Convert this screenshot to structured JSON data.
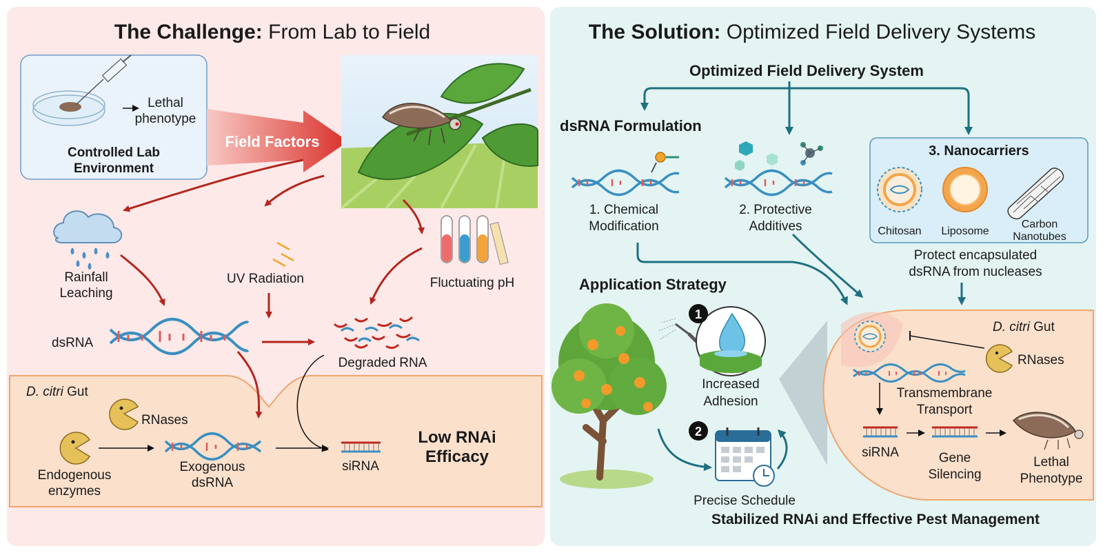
{
  "left": {
    "title_bold": "The Challenge:",
    "title_rest": " From Lab to Field",
    "lab_label_1": "Controlled Lab",
    "lab_label_2": "Environment",
    "lethal_1": "Lethal",
    "lethal_2": "phenotype",
    "field_factors": "Field Factors",
    "rainfall_1": "Rainfall",
    "rainfall_2": "Leaching",
    "uv": "UV Radiation",
    "ph": "Fluctuating pH",
    "dsrna": "dsRNA",
    "degraded": "Degraded RNA",
    "gut_species": "D. citri",
    "gut_word": " Gut",
    "rnases": "RNases",
    "endogenous_1": "Endogenous",
    "endogenous_2": "enzymes",
    "exogenous_1": "Exogenous",
    "exogenous_2": "dsRNA",
    "sirna": "siRNA",
    "low_1": "Low RNAi",
    "low_2": "Efficacy"
  },
  "right": {
    "title_bold": "The Solution:",
    "title_rest": " Optimized Field Delivery Systems",
    "system": "Optimized Field Delivery System",
    "formulation": "dsRNA Formulation",
    "chem_1": "1. Chemical",
    "chem_2": "Modification",
    "prot_1": "2. Protective",
    "prot_2": "Additives",
    "nano_title": "3. Nanocarriers",
    "chitosan": "Chitosan",
    "liposome": "Liposome",
    "carbon_1": "Carbon",
    "carbon_2": "Nanotubes",
    "protect_1": "Protect encapsulated",
    "protect_2": "dsRNA from nucleases",
    "app_strategy": "Application Strategy",
    "step1": "1",
    "step2": "2",
    "adhesion_1": "Increased",
    "adhesion_2": "Adhesion",
    "schedule": "Precise Schedule",
    "gut_species": "D. citri",
    "gut_word": " Gut",
    "rnases": "RNases",
    "transport_1": "Transmembrane",
    "transport_2": "Transport",
    "sirna": "siRNA",
    "gene_1": "Gene",
    "gene_2": "Silencing",
    "lethal_1": "Lethal",
    "lethal_2": "Phenotype",
    "footer": "Stabilized RNAi and Effective Pest Management"
  },
  "colors": {
    "left_bg": "#fce9e8",
    "right_bg": "#e4f4f3",
    "red_arrow": "#b3261e",
    "teal_arrow": "#1e6f7f",
    "gut_orange": "#fbe0cc",
    "dna_blue": "#3a8fc0",
    "dna_red": "#e05a5a"
  }
}
